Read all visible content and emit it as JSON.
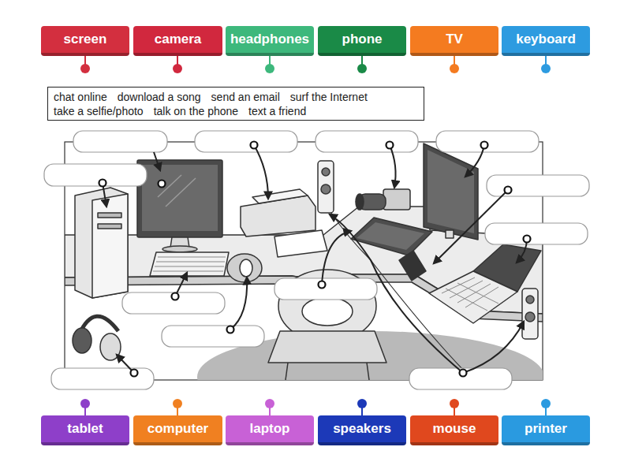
{
  "diagram": {
    "nodes": [
      {
        "text": [
          "screen"
        ]
      },
      {
        "text": [
          "camera"
        ]
      },
      {
        "text": [
          "headphones"
        ]
      },
      {
        "text": [
          "phone"
        ]
      },
      {
        "text": [
          "TV"
        ]
      },
      {
        "text": [
          "keyboard"
        ]
      },
      {
        "text": [
          "chat online",
          "download a song",
          "send an email",
          "surf the Internet",
          "take a selfie/photo",
          "talk on the phone",
          "text a friend"
        ]
      },
      {
        "text": [
          "tablet"
        ]
      },
      {
        "text": [
          "computer"
        ]
      },
      {
        "text": [
          "laptop"
        ]
      },
      {
        "text": [
          "speakers"
        ]
      },
      {
        "text": [
          "mouse"
        ]
      },
      {
        "text": [
          "printer"
        ]
      }
    ]
  }
}
